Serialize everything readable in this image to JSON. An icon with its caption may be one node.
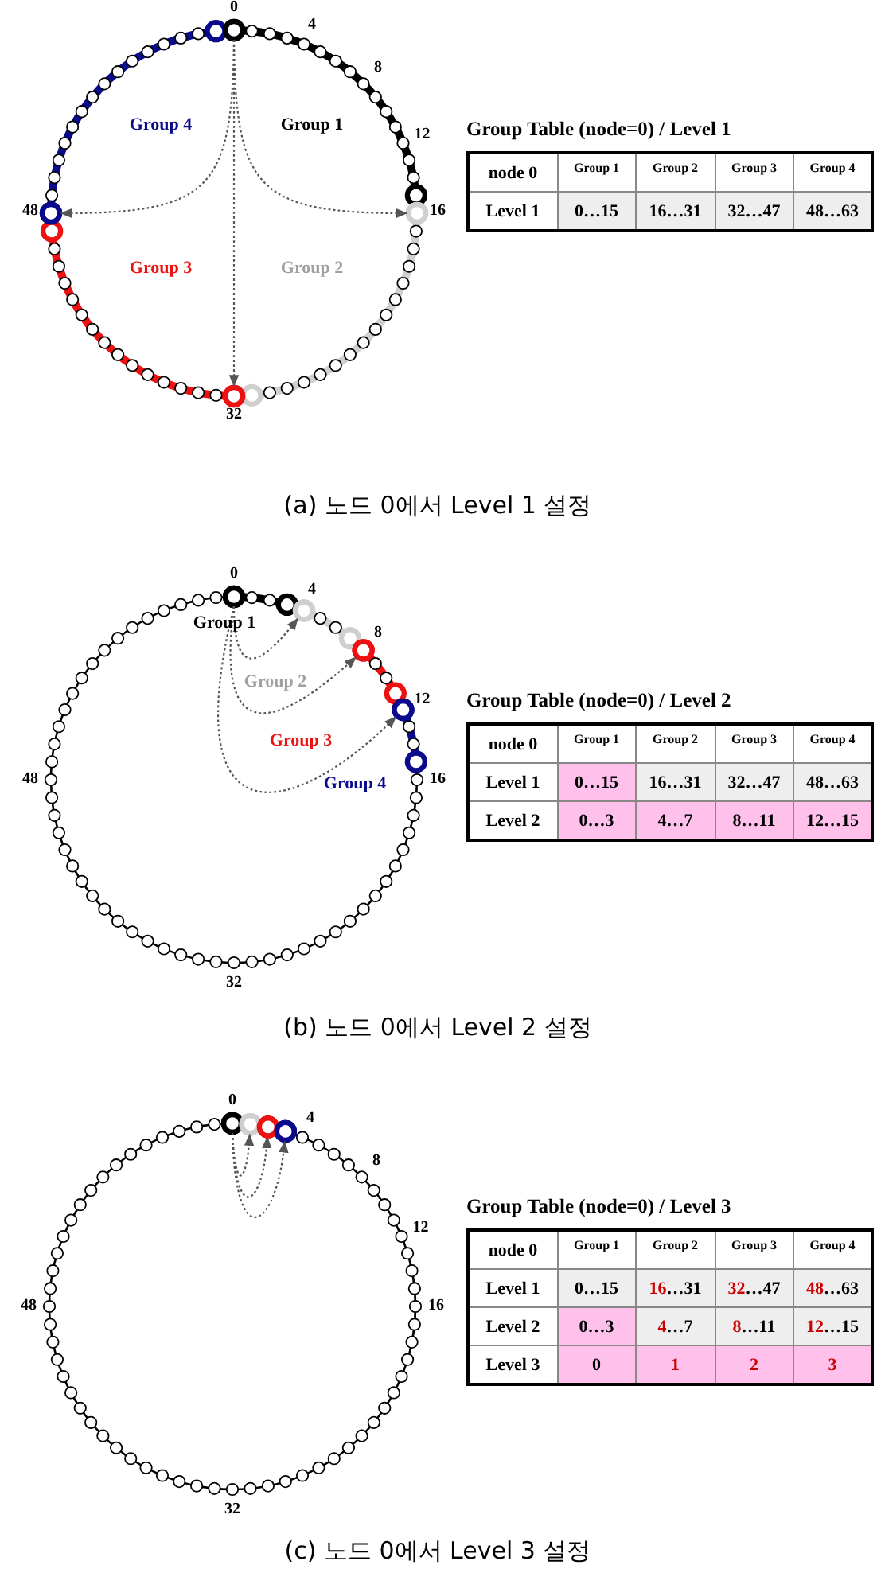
{
  "diagram": {
    "nodes": [
      {
        "text": [],
        "shape": "circle",
        "beside": [
          "0"
        ]
      },
      {
        "text": [],
        "shape": "circle",
        "beside": [
          "16"
        ]
      },
      {
        "text": [],
        "shape": "circle",
        "beside": [
          "32"
        ]
      },
      {
        "text": [],
        "shape": "circle",
        "beside": [
          "48"
        ]
      },
      {
        "text": [],
        "shape": "circle",
        "beside": [
          "0"
        ]
      },
      {
        "text": [],
        "shape": "circle",
        "beside": [
          "4"
        ]
      },
      {
        "text": [],
        "shape": "circle",
        "beside": [
          "8"
        ]
      },
      {
        "text": [],
        "shape": "circle",
        "beside": [
          "12"
        ]
      },
      {
        "text": [],
        "shape": "circle",
        "beside": [
          "0"
        ]
      },
      {
        "text": [],
        "shape": "circle"
      },
      {
        "text": [],
        "shape": "circle"
      },
      {
        "text": [],
        "shape": "circle"
      }
    ],
    "edges": [
      {
        "from": 0,
        "to": 1,
        "arrow": "to",
        "style": "dashed"
      },
      {
        "from": 0,
        "to": 2,
        "arrow": "to",
        "style": "dashed"
      },
      {
        "from": 0,
        "to": 3,
        "arrow": "to",
        "style": "dashed"
      },
      {
        "from": 4,
        "to": 5,
        "arrow": "to",
        "style": "dashed"
      },
      {
        "from": 4,
        "to": 6,
        "arrow": "to",
        "style": "dashed"
      },
      {
        "from": 4,
        "to": 7,
        "arrow": "to",
        "style": "dashed"
      },
      {
        "from": 8,
        "to": 9,
        "arrow": "to",
        "style": "dashed"
      },
      {
        "from": 8,
        "to": 10,
        "arrow": "to",
        "style": "dashed"
      },
      {
        "from": 8,
        "to": 11,
        "arrow": "to",
        "style": "dashed"
      }
    ],
    "labels": [
      "4",
      "8",
      "12",
      "Group 4",
      "Group 1",
      "Group 3",
      "Group 2",
      "Group Table (node=0) / Level 1",
      "node 0",
      "Group 1",
      "Group 2",
      "Group 3",
      "Group 4",
      "Level 1",
      "0…15",
      "16…31",
      "32…47",
      "48…63",
      "(a) 노드 0에서 Level 1 설정",
      "16",
      "32",
      "48",
      "Group 1",
      "Group 2",
      "Group 3",
      "Group 4",
      "Group Table (node=0) / Level 2",
      "node 0",
      "Group 1",
      "Group 2",
      "Group 3",
      "Group 4",
      "Level 1",
      "0…15",
      "16…31",
      "32…47",
      "48…63",
      "Level 2",
      "0…3",
      "4…7",
      "8…11",
      "12…15",
      "(b) 노드 0에서 Level 2 설정",
      "4",
      "8",
      "12",
      "16",
      "32",
      "48",
      "Group Table (node=0) / Level 3",
      "node 0",
      "Group 1",
      "Group 2",
      "Group 3",
      "Group 4",
      "Level 1",
      "0…15",
      "16…31",
      "32…47",
      "48…63",
      "Level 2",
      "0…3",
      "4…7",
      "8…11",
      "12…15",
      "Level 3",
      "0",
      "1",
      "2",
      "3",
      "(c) 노드 0에서 Level 3 설정"
    ]
  }
}
